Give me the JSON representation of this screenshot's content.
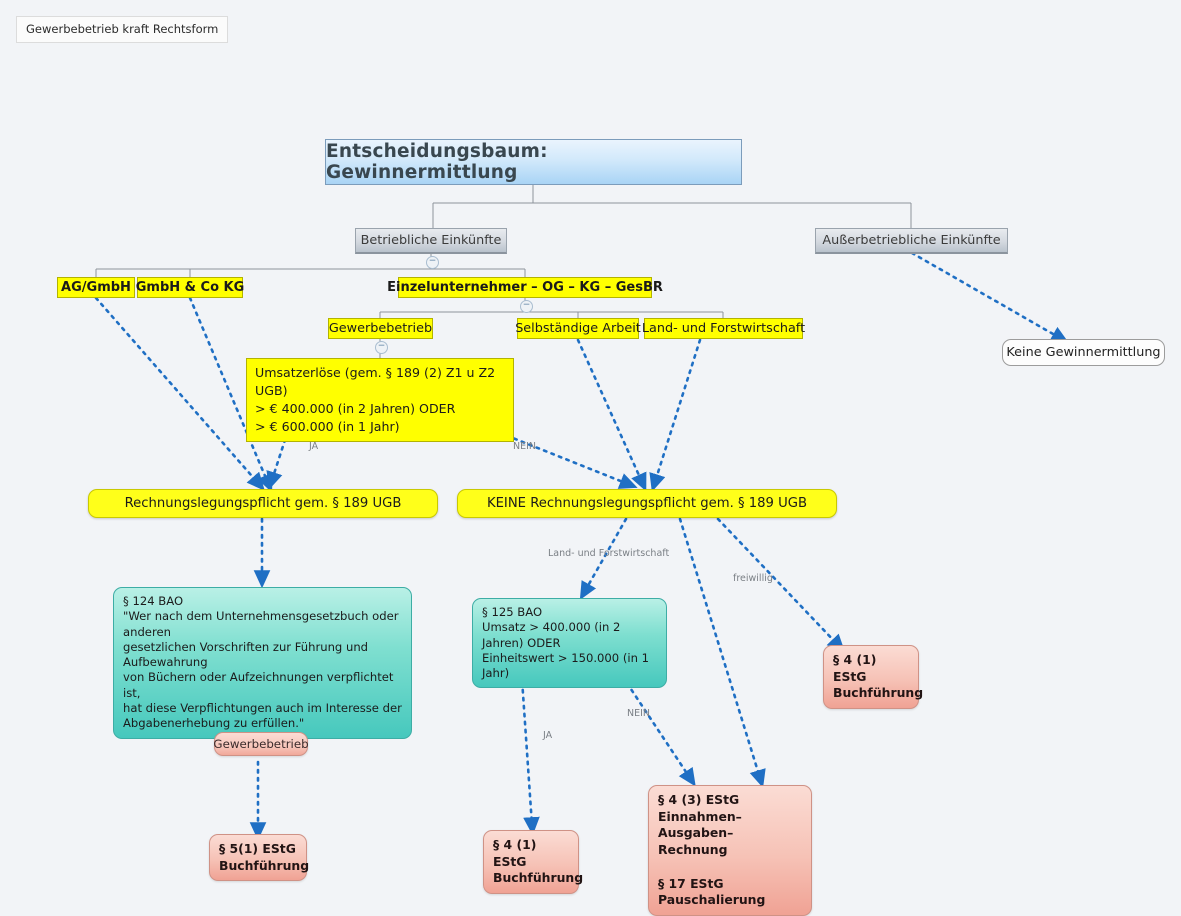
{
  "tooltip": {
    "text": "Gewerbebetrieb kraft Rechtsform"
  },
  "title": {
    "text": "Entscheidungsbaum: Gewinnermittlung"
  },
  "level2": {
    "betriebliche": "Betriebliche Einkünfte",
    "ausserbetriebliche": "Außerbetriebliche Einkünfte"
  },
  "level3": {
    "ag_gmbh": "AG/GmbH",
    "gmbh_co_kg": "GmbH & Co KG",
    "einzelunternehmer": "Einzelunternehmer – OG – KG – GesBR"
  },
  "level4": {
    "gewerbebetrieb": "Gewerbebetrieb",
    "selbstaendige": "Selbständige Arbeit",
    "landforst": "Land- und Forstwirtschaft"
  },
  "umsatz_box": {
    "text": "Umsatzerlöse (gem. § 189 (2) Z1 u Z2 UGB)\n> € 400.000 (in 2 Jahren) ODER\n> € 600.000 (in 1 Jahr)"
  },
  "results": {
    "keine_gewinnermittlung": "Keine Gewinnermittlung",
    "rlp": "Rechnungslegungspflicht gem. § 189 UGB",
    "keine_rlp": "KEINE Rechnungslegungspflicht gem. § 189 UGB"
  },
  "bao124": {
    "text": "§ 124 BAO\n\"Wer nach dem Unternehmensgesetzbuch oder anderen\ngesetzlichen Vorschriften zur Führung und Aufbewahrung\nvon Büchern oder Aufzeichnungen verpflichtet ist,\nhat diese Verpflichtungen auch im Interesse der\nAbgabenerhebung zu erfüllen.\""
  },
  "bao125": {
    "text": "§ 125 BAO\nUmsatz > 400.000 (in 2 Jahren) ODER\nEinheitswert > 150.000 (in 1 Jahr)"
  },
  "outcomes": {
    "gewerbebetrieb_small": "Gewerbebetrieb",
    "estg_5_1": "§ 5(1) EStG\nBuchführung",
    "estg_4_1_left": "§ 4 (1) EStG\nBuchführung",
    "estg_4_1_right": "§ 4 (1) EStG\nBuchführung",
    "estg_4_3": "§ 4 (3) EStG\nEinnahmen–Ausgaben–\nRechnung\n\n§ 17 EStG\nPauschalierung"
  },
  "edge_labels": {
    "ja_top": "JA",
    "nein_top": "NEIN",
    "landforst": "Land- und Forstwirtschaft",
    "freiwillig": "freiwillig",
    "ja_bottom": "JA",
    "nein_bottom": "NEIN"
  },
  "toggles": {
    "collapse": "−"
  },
  "colors": {
    "accent_blue": "#1f6fc4",
    "yellow": "#ffff00",
    "teal": "#46c8bd",
    "salmon": "#f0a294",
    "background": "#f2f4f7"
  }
}
